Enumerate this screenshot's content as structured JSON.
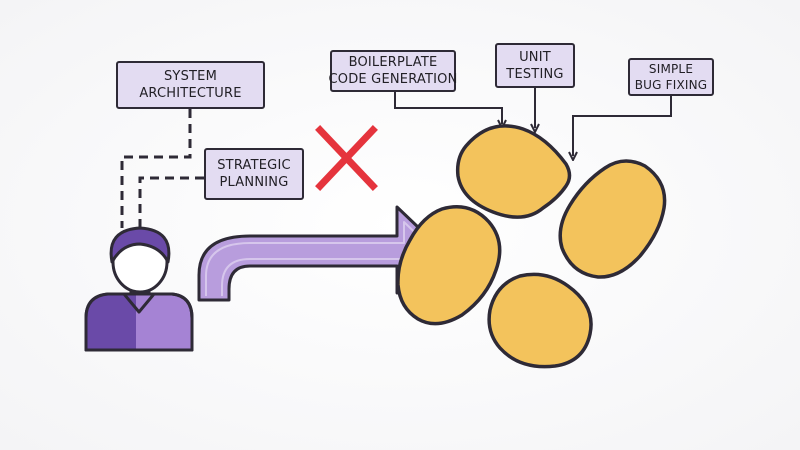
{
  "labels": {
    "system_architecture": [
      "SYSTEM",
      "ARCHITECTURE"
    ],
    "strategic_planning": [
      "STRATEGIC",
      "PLANNING"
    ],
    "boilerplate": [
      "BOILERPLATE",
      "CODE GENERATION"
    ],
    "unit_testing": [
      "UNIT",
      "TESTING"
    ],
    "bug_fixing": [
      "SIMPLE",
      "BUG FIXING"
    ]
  },
  "colors": {
    "label_fill": "#e3dcf2",
    "outline": "#2e2a36",
    "person_dark": "#6a4aa8",
    "person_light": "#a583d4",
    "arrow_fill": "#b89ddd",
    "blob_fill": "#f3c35c",
    "cross": "#e5343d"
  },
  "icons": [
    "person-icon",
    "cross-icon",
    "arrow-icon"
  ]
}
